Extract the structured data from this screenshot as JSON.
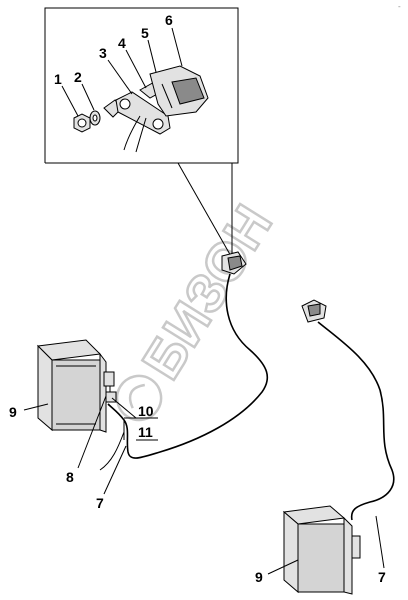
{
  "watermark": {
    "text": "БИЗОН"
  },
  "corner_mark": "-",
  "callouts": {
    "c1": "1",
    "c2": "2",
    "c3": "3",
    "c4": "4",
    "c5": "5",
    "c6": "6",
    "c7a": "7",
    "c7b": "7",
    "c8": "8",
    "c9a": "9",
    "c9b": "9",
    "c10": "10",
    "c11": "11"
  }
}
